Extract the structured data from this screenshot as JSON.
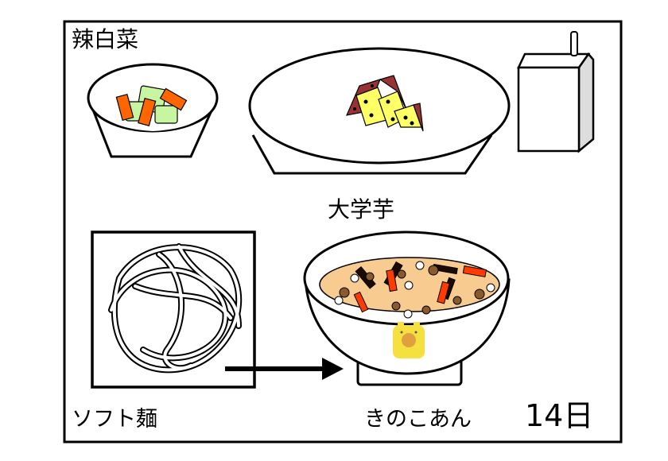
{
  "menu": {
    "side_dish": "辣白菜",
    "main_dish": "大学芋",
    "noodles": "ソフト麺",
    "soup": "きのこあん",
    "date": "14日"
  },
  "colors": {
    "soup_broth": "#f8cc90",
    "carrot": "#ff3b00",
    "cabbage": "#c8f5a0",
    "sweet_potato_flesh": "#ffff66",
    "sweet_potato_skin": "#993333",
    "mushroom": "#8b5a2b",
    "mascot": "#f5e040"
  }
}
